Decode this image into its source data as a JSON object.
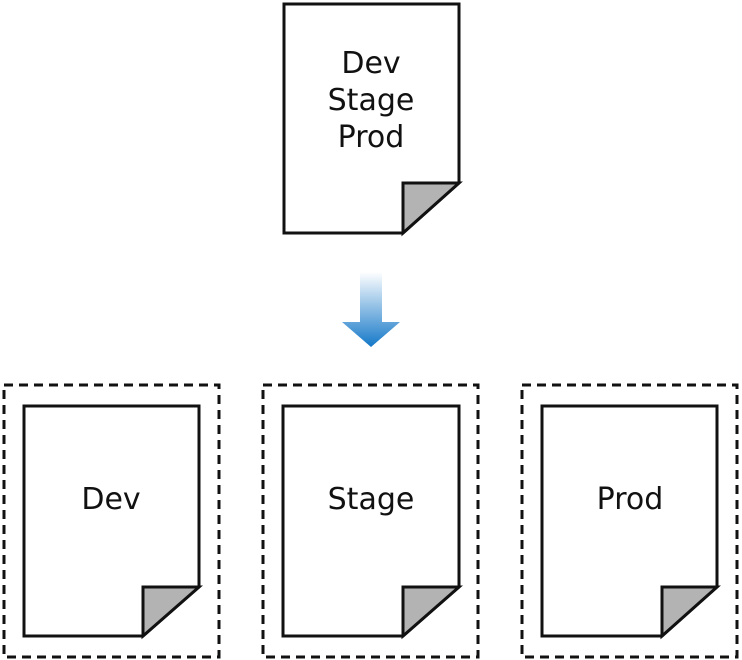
{
  "source_document": {
    "lines": [
      "Dev",
      "Stage",
      "Prod"
    ]
  },
  "split_documents": [
    {
      "label": "Dev"
    },
    {
      "label": "Stage"
    },
    {
      "label": "Prod"
    }
  ],
  "colors": {
    "outline": "#111111",
    "page_fill": "#ffffff",
    "corner_fold": "#b3b3b3",
    "arrow_top": "#ffffff",
    "arrow_bottom": "#1478c8"
  }
}
